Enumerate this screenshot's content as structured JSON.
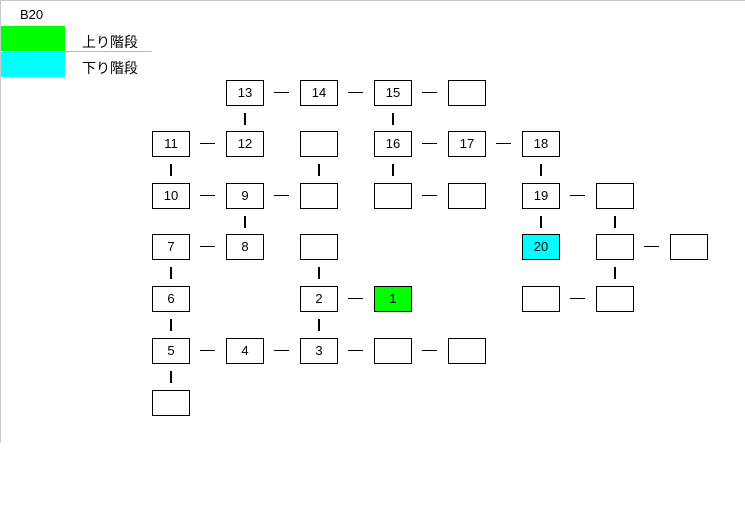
{
  "floor_label": "B20",
  "legend": [
    {
      "label": "上り階段",
      "color": "#00ff00"
    },
    {
      "label": "下り階段",
      "color": "#00ffff"
    }
  ],
  "rooms": [
    {
      "row": 0,
      "col": 1,
      "label": "13"
    },
    {
      "row": 0,
      "col": 2,
      "label": "14"
    },
    {
      "row": 0,
      "col": 3,
      "label": "15"
    },
    {
      "row": 0,
      "col": 4,
      "label": ""
    },
    {
      "row": 1,
      "col": 0,
      "label": "11"
    },
    {
      "row": 1,
      "col": 1,
      "label": "12"
    },
    {
      "row": 1,
      "col": 2,
      "label": ""
    },
    {
      "row": 1,
      "col": 3,
      "label": "16"
    },
    {
      "row": 1,
      "col": 4,
      "label": "17"
    },
    {
      "row": 1,
      "col": 5,
      "label": "18"
    },
    {
      "row": 2,
      "col": 0,
      "label": "10"
    },
    {
      "row": 2,
      "col": 1,
      "label": "9"
    },
    {
      "row": 2,
      "col": 2,
      "label": ""
    },
    {
      "row": 2,
      "col": 3,
      "label": ""
    },
    {
      "row": 2,
      "col": 4,
      "label": ""
    },
    {
      "row": 2,
      "col": 5,
      "label": "19"
    },
    {
      "row": 2,
      "col": 6,
      "label": ""
    },
    {
      "row": 3,
      "col": 0,
      "label": "7"
    },
    {
      "row": 3,
      "col": 1,
      "label": "8"
    },
    {
      "row": 3,
      "col": 2,
      "label": ""
    },
    {
      "row": 3,
      "col": 5,
      "label": "20",
      "type": "down"
    },
    {
      "row": 3,
      "col": 6,
      "label": ""
    },
    {
      "row": 3,
      "col": 7,
      "label": ""
    },
    {
      "row": 4,
      "col": 0,
      "label": "6"
    },
    {
      "row": 4,
      "col": 2,
      "label": "2"
    },
    {
      "row": 4,
      "col": 3,
      "label": "1",
      "type": "up"
    },
    {
      "row": 4,
      "col": 5,
      "label": ""
    },
    {
      "row": 4,
      "col": 6,
      "label": ""
    },
    {
      "row": 5,
      "col": 0,
      "label": "5"
    },
    {
      "row": 5,
      "col": 1,
      "label": "4"
    },
    {
      "row": 5,
      "col": 2,
      "label": "3"
    },
    {
      "row": 5,
      "col": 3,
      "label": ""
    },
    {
      "row": 5,
      "col": 4,
      "label": ""
    },
    {
      "row": 6,
      "col": 0,
      "label": ""
    }
  ],
  "h_links": [
    [
      0,
      1
    ],
    [
      0,
      2
    ],
    [
      0,
      3
    ],
    [
      1,
      0
    ],
    [
      1,
      3
    ],
    [
      1,
      4
    ],
    [
      2,
      0
    ],
    [
      2,
      1
    ],
    [
      2,
      3
    ],
    [
      2,
      5
    ],
    [
      3,
      0
    ],
    [
      3,
      6
    ],
    [
      4,
      2
    ],
    [
      4,
      5
    ],
    [
      5,
      0
    ],
    [
      5,
      1
    ],
    [
      5,
      2
    ],
    [
      5,
      3
    ]
  ],
  "v_links": [
    [
      0,
      1
    ],
    [
      0,
      3
    ],
    [
      1,
      0
    ],
    [
      1,
      2
    ],
    [
      1,
      3
    ],
    [
      1,
      5
    ],
    [
      2,
      1
    ],
    [
      2,
      5
    ],
    [
      2,
      6
    ],
    [
      3,
      0
    ],
    [
      3,
      2
    ],
    [
      3,
      6
    ],
    [
      4,
      0
    ],
    [
      4,
      2
    ],
    [
      5,
      0
    ]
  ]
}
